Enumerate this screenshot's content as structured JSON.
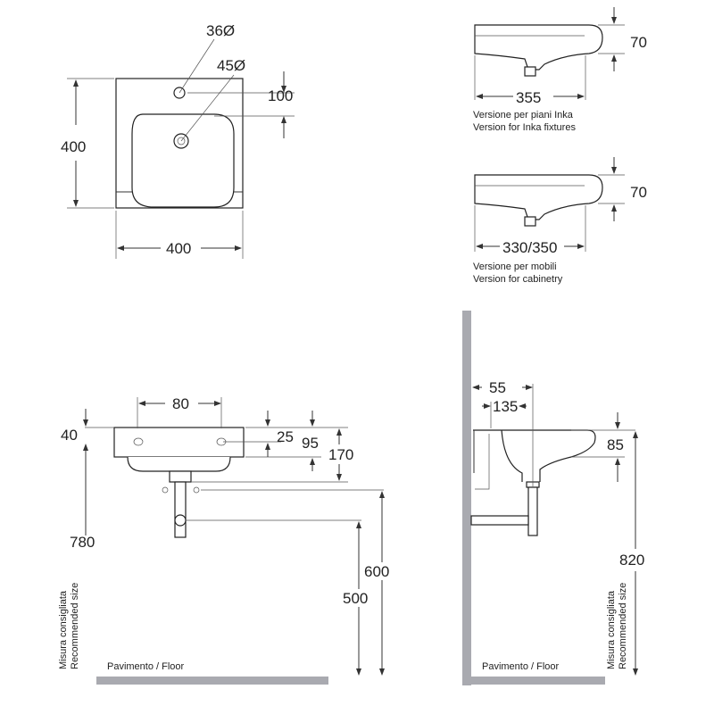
{
  "plan_view": {
    "hole_tap": "36Ø",
    "hole_drain": "45Ø",
    "offset": "100",
    "depth": "400",
    "width": "400"
  },
  "side_view_inka": {
    "height": "70",
    "depth": "355",
    "caption_it": "Versione per piani Inka",
    "caption_en": "Version for Inka fixtures"
  },
  "side_view_cabinet": {
    "height": "70",
    "depth": "330/350",
    "caption_it": "Versione per mobili",
    "caption_en": "Version for cabinetry"
  },
  "front_install": {
    "holes": "80",
    "top": "40",
    "d25": "25",
    "d95": "95",
    "d170": "170",
    "h780": "780",
    "h600": "600",
    "h500": "500",
    "recommended_it": "Misura consigliata",
    "recommended_en": "Recommended size",
    "floor": "Pavimento / Floor"
  },
  "side_install": {
    "d55": "55",
    "d135": "135",
    "d85": "85",
    "h820": "820",
    "recommended_it": "Misura consigliata",
    "recommended_en": "Recommended size",
    "floor": "Pavimento / Floor"
  },
  "colors": {
    "wall": "#a9aab0",
    "line": "#333333"
  }
}
